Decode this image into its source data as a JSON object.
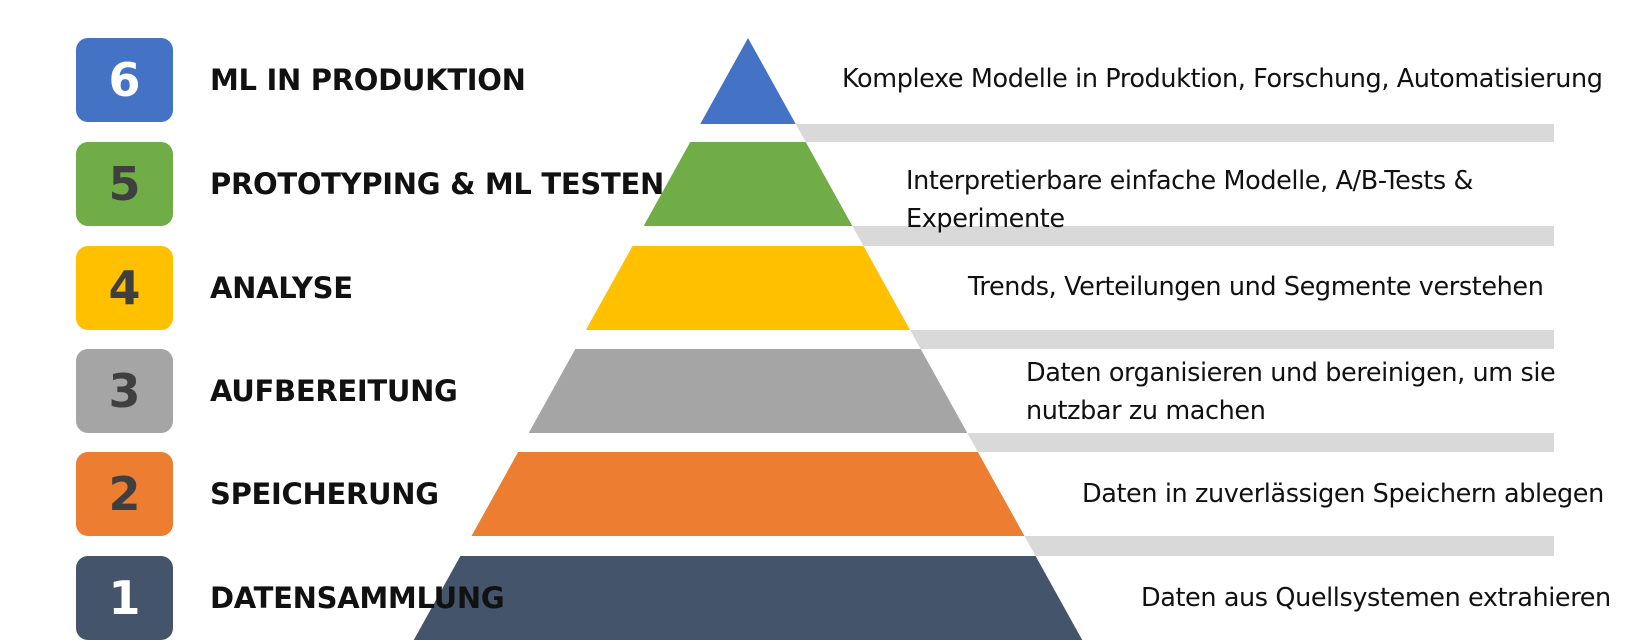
{
  "levels": [
    {
      "number": "6",
      "title": "ML IN PRODUKTION",
      "description": "Komplexe Modelle in Produktion, Forschung, Automatisierung",
      "color": "#4472C4",
      "number_color": "#ffffff"
    },
    {
      "number": "5",
      "title": "PROTOTYPING & ML TESTEN",
      "description": "Interpretierbare einfache Modelle, A/B-Tests & Experimente",
      "color": "#70AD47",
      "number_color": "#3f3f3f"
    },
    {
      "number": "4",
      "title": "ANALYSE",
      "description": "Trends, Verteilungen und Segmente verstehen",
      "color": "#FFC000",
      "number_color": "#3f3f3f"
    },
    {
      "number": "3",
      "title": "AUFBEREITUNG",
      "description": "Daten organisieren und bereinigen, um sie nutzbar zu machen",
      "color": "#A5A5A5",
      "number_color": "#3f3f3f"
    },
    {
      "number": "2",
      "title": "SPEICHERUNG",
      "description": "Daten in zuverlässigen Speichern ablegen",
      "color": "#ED7D31",
      "number_color": "#3f3f3f"
    },
    {
      "number": "1",
      "title": "DATENSAMMLUNG",
      "description": "Daten aus Quellsystemen extrahieren",
      "color": "#44546A",
      "number_color": "#ffffff"
    }
  ],
  "divider_color": "#D9D9D9"
}
